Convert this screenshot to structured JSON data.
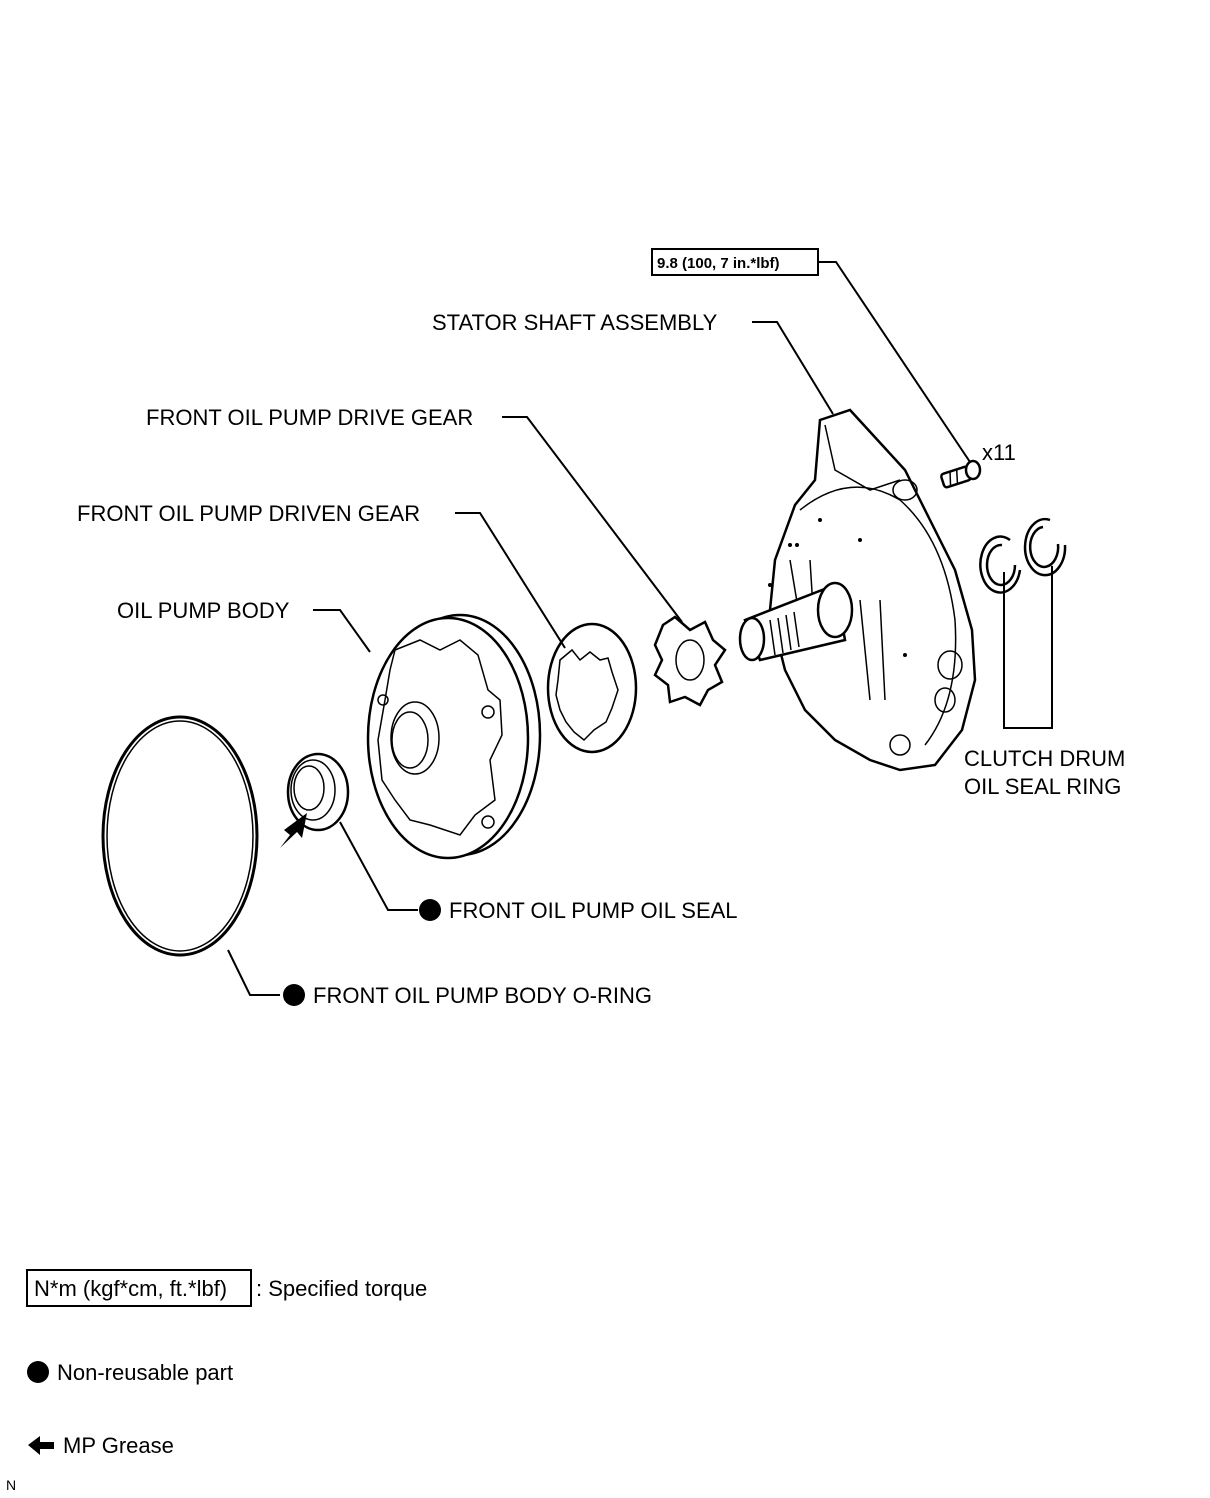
{
  "torque_spec": "9.8 (100, 7 in.*lbf)",
  "bolt_count": "x11",
  "labels": {
    "stator_shaft": "STATOR SHAFT ASSEMBLY",
    "drive_gear": "FRONT OIL PUMP DRIVE GEAR",
    "driven_gear": "FRONT OIL PUMP DRIVEN GEAR",
    "pump_body": "OIL PUMP BODY",
    "clutch_ring_line1": "CLUTCH DRUM",
    "clutch_ring_line2": "OIL SEAL RING",
    "oil_seal": "FRONT OIL PUMP OIL SEAL",
    "body_oring": "FRONT OIL PUMP BODY O-RING"
  },
  "legend": {
    "torque_box": "N*m (kgf*cm, ft.*lbf)",
    "torque_text": ": Specified torque",
    "nonreusable": "Non-reusable part",
    "grease": "MP Grease"
  },
  "corner_mark": "N"
}
